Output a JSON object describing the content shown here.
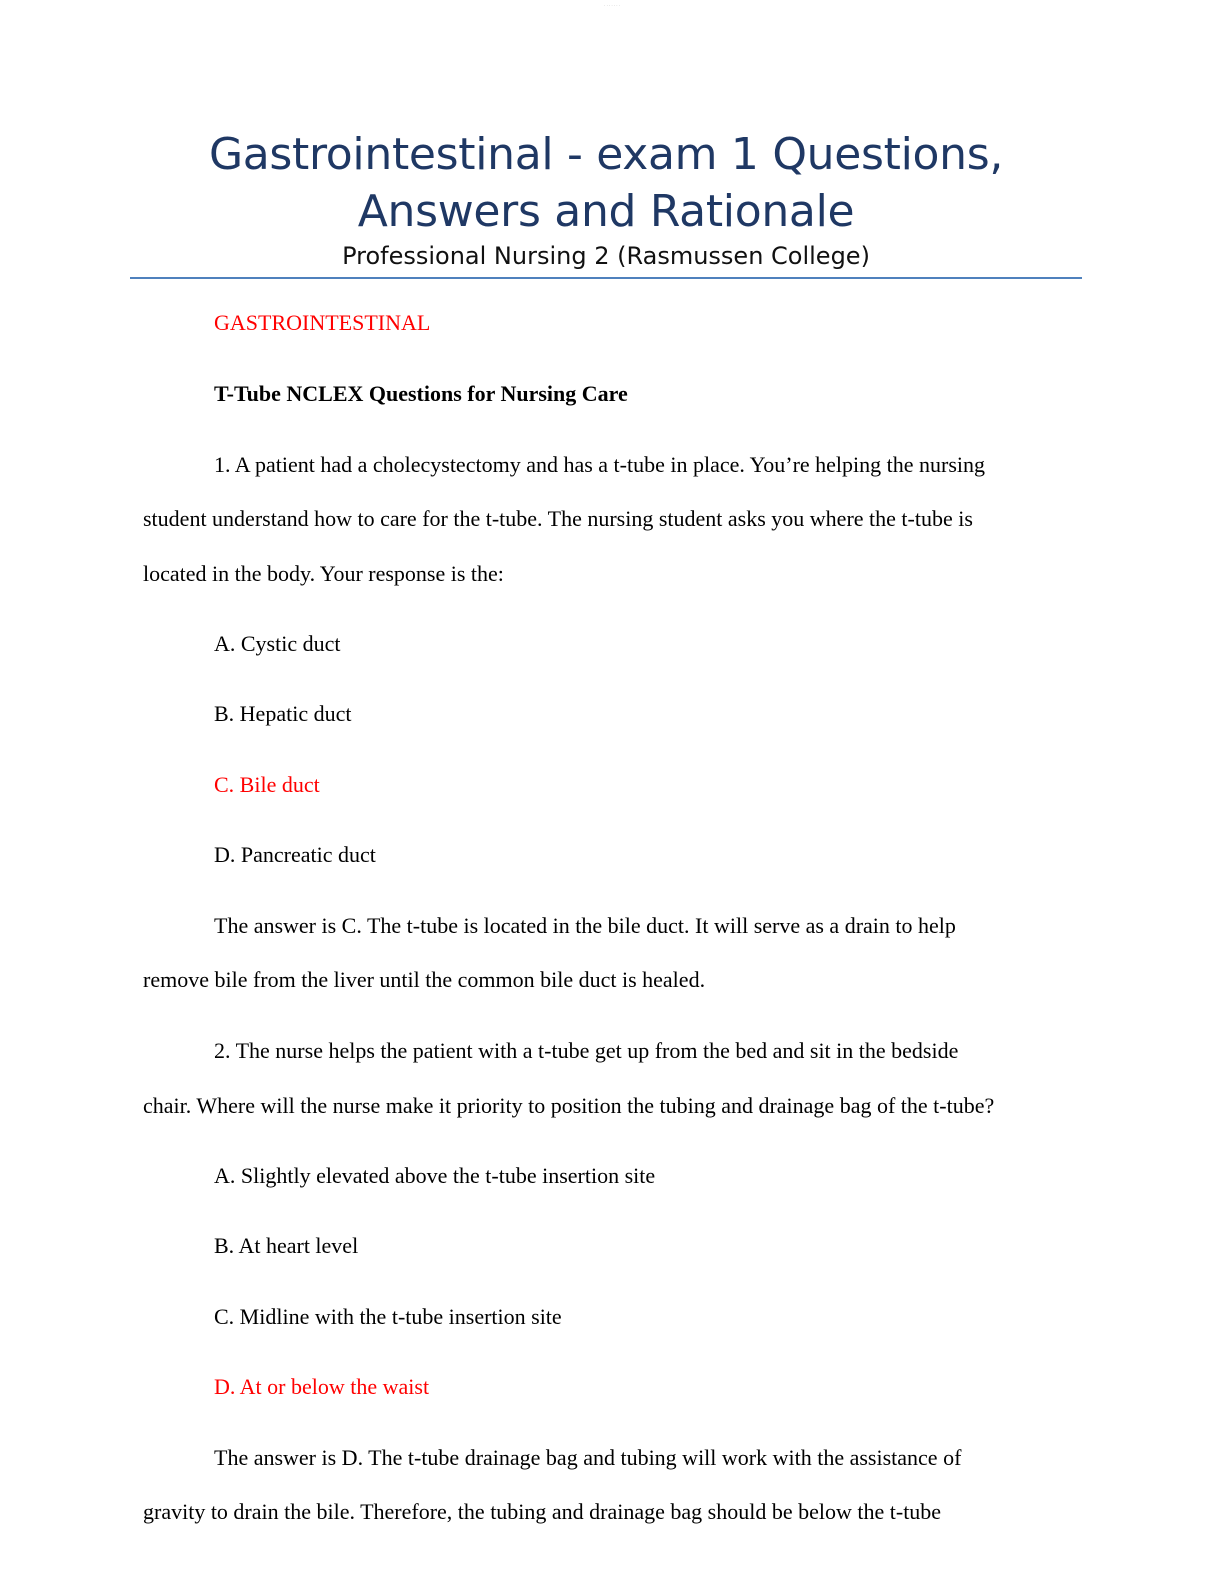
{
  "header": {
    "top_mark": "· · · · · · ·",
    "title": "Gastrointestinal - exam 1 Questions, Answers and Rationale",
    "subtitle": "Professional Nursing 2 (Rasmussen College)"
  },
  "section_label": "GASTROINTESTINAL",
  "section_heading": "T-Tube NCLEX Questions for Nursing Care",
  "questions": [
    {
      "stem_lines": [
        "1. A patient had a cholecystectomy and has a t-tube in place. You’re helping the nursing",
        "student understand how to care for the t-tube. The nursing student asks you where the t-tube is",
        "located in the body. Your response is the:"
      ],
      "options": [
        "A. Cystic duct",
        "B. Hepatic duct",
        "C. Bile duct",
        "D. Pancreatic duct"
      ],
      "correct_option": "C. Bile duct",
      "rationale_lines": [
        "The answer is C. The t-tube is located in the bile duct. It will serve as a drain to help",
        "remove bile from the liver until the common bile duct is healed."
      ]
    },
    {
      "stem_lines": [
        "2. The nurse helps the patient with a t-tube get up from the bed and sit in the bedside",
        "chair. Where will the nurse make it priority to position the tubing and drainage bag of the t-tube?"
      ],
      "options": [
        "A. Slightly elevated above the t-tube insertion site",
        "B. At heart level",
        "C. Midline with the t-tube insertion site",
        "D. At or below the waist"
      ],
      "correct_option": "D. At or below the waist",
      "rationale_lines": [
        "The answer is D. The t-tube drainage bag and tubing will work with the assistance of",
        "gravity to drain the bile. Therefore, the tubing and drainage bag should be below the t-tube"
      ]
    }
  ],
  "colors": {
    "title": "#1f3864",
    "rule": "#4f81bd",
    "answer_highlight": "#ff0000",
    "body_text": "#000000"
  }
}
